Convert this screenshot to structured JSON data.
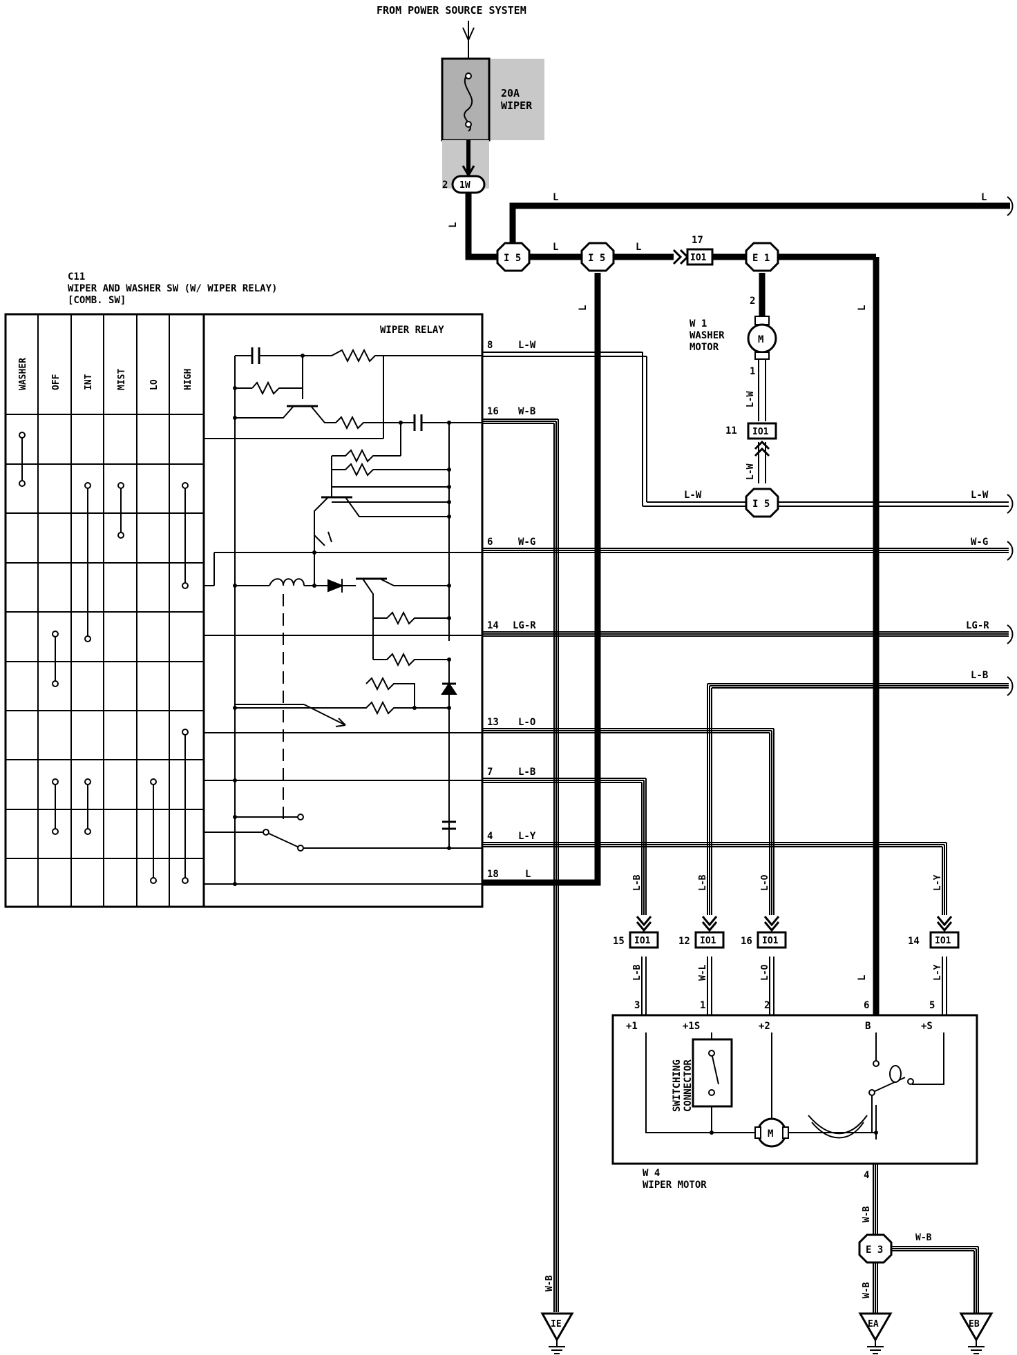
{
  "title": "FROM POWER SOURCE SYSTEM",
  "fuse": {
    "amp": "20A",
    "name": "WIPER",
    "pin": "2",
    "connector": "1W"
  },
  "switch": {
    "id": "C11",
    "name": "WIPER AND WASHER SW (W/ WIPER RELAY)",
    "sub": "[COMB. SW]",
    "columns": [
      "WASHER",
      "OFF",
      "INT",
      "MIST",
      "LO",
      "HIGH"
    ],
    "relay_label": "WIPER RELAY"
  },
  "pins": [
    {
      "num": "8",
      "color": "L-W"
    },
    {
      "num": "16",
      "color": "W-B"
    },
    {
      "num": "6",
      "color": "W-G"
    },
    {
      "num": "14",
      "color": "LG-R"
    },
    {
      "num": "13",
      "color": "L-O"
    },
    {
      "num": "7",
      "color": "L-B"
    },
    {
      "num": "4",
      "color": "L-Y"
    },
    {
      "num": "18",
      "color": "L"
    }
  ],
  "right_labels": [
    "L",
    "L-W",
    "W-G",
    "LG-R",
    "L-B"
  ],
  "wire_labels": {
    "l": "L",
    "lw": "L-W",
    "lb": "L-B",
    "lo": "L-O",
    "ly": "L-Y",
    "wl": "W-L",
    "wb": "W-B"
  },
  "junctions": {
    "i5": "I 5",
    "e1": "E 1",
    "e3": "E 3",
    "io1": "IO1",
    "pin17": "17",
    "pin11": "11",
    "pin15": "15",
    "pin12": "12",
    "pin16": "16",
    "pin14": "14"
  },
  "washer_motor": {
    "id": "W 1",
    "name1": "WASHER",
    "name2": "MOTOR",
    "pin_top": "2",
    "pin_bot": "1",
    "symbol": "M"
  },
  "wiper_motor": {
    "id": "W 4",
    "name": "WIPER MOTOR",
    "terminals": [
      "+1",
      "+1S",
      "+2",
      "B",
      "+S"
    ],
    "term_pins": [
      "3",
      "1",
      "2",
      "6",
      "5"
    ],
    "ground_pin": "4",
    "switching_connector": [
      "SWITCHING",
      "CONNECTOR"
    ],
    "symbol": "M"
  },
  "grounds": [
    "IE",
    "EA",
    "EB"
  ]
}
